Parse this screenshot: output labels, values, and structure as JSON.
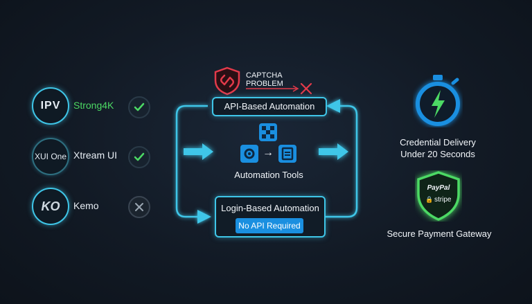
{
  "providers": [
    {
      "logo": "IPV",
      "name": "Strong4K",
      "status": "supported",
      "name_color": "#4cd964"
    },
    {
      "logo": "XUI One",
      "name": "Xtream UI",
      "status": "supported",
      "name_color": "#e8eef5"
    },
    {
      "logo": "KO",
      "name": "Kemo",
      "status": "unsupported",
      "name_color": "#e8eef5"
    }
  ],
  "captcha": {
    "label_line1": "CAPTCHA",
    "label_line2": "PROBLEM"
  },
  "api_box": {
    "title": "API-Based Automation"
  },
  "tools": {
    "label": "Automation Tools"
  },
  "login_box": {
    "title": "Login-Based Automation",
    "badge": "No API Required"
  },
  "delivery": {
    "line1": "Credential Delivery",
    "line2": "Under 20 Seconds"
  },
  "payment": {
    "brand1": "PayPal",
    "brand2": "stripe",
    "label": "Secure Payment Gateway"
  },
  "colors": {
    "accent": "#3fc6e8",
    "success": "#4cd964",
    "danger": "#e23a4a",
    "pill": "#1a8fe0"
  }
}
